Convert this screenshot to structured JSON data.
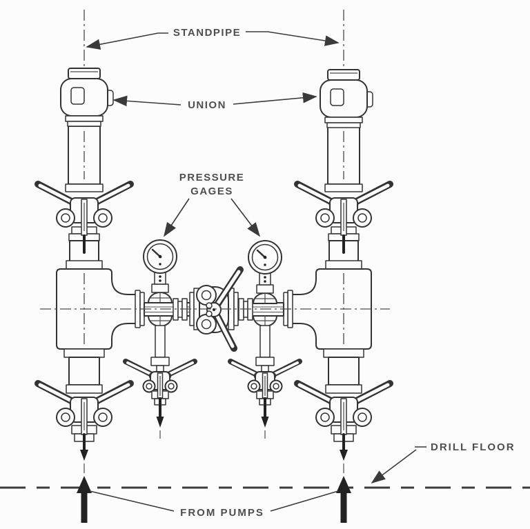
{
  "diagram": {
    "title_semantic": "standpipe-manifold-schematic",
    "labels": {
      "standpipe": "STANDPIPE",
      "union": "UNION",
      "pressure_gages_line1": "PRESSURE",
      "pressure_gages_line2": "GAGES",
      "drill_floor": "DRILL FLOOR",
      "from_pumps": "FROM PUMPS"
    },
    "colors": {
      "ink": "#333333",
      "label_text": "#4e4e4e",
      "solid_arrow": "#222222",
      "background": "#fcfcfc"
    }
  }
}
